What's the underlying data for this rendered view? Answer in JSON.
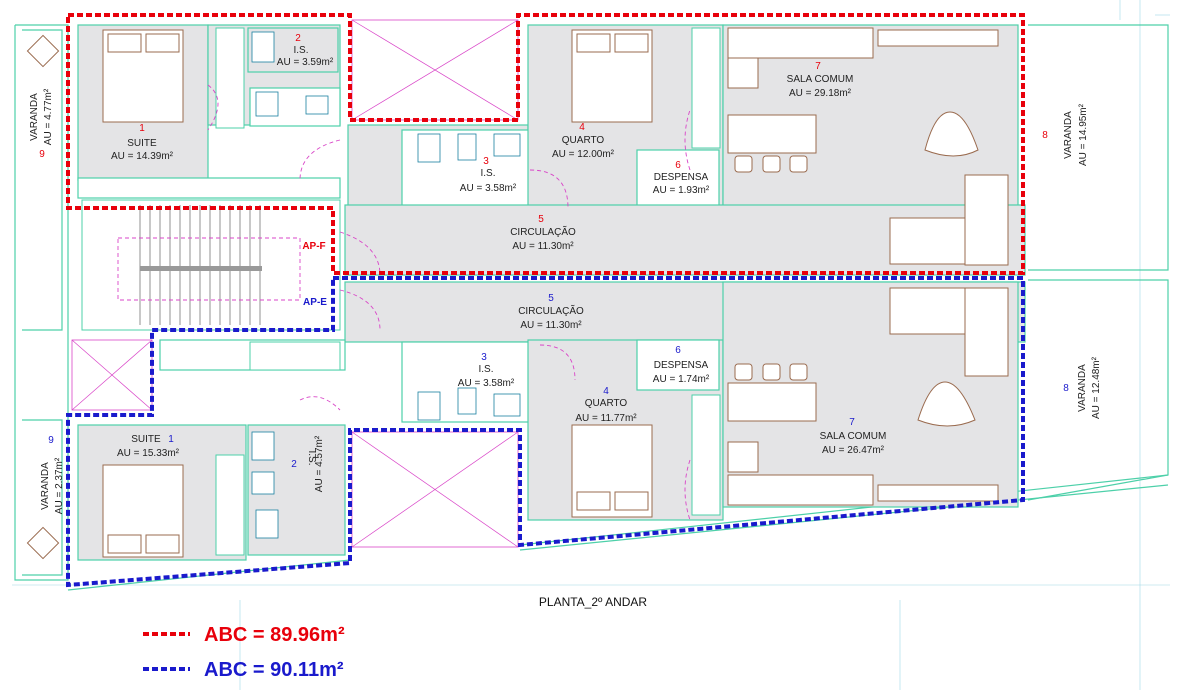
{
  "title": "PLANTA_2º ANDAR",
  "colors": {
    "apt_f": "#e8000b",
    "apt_e": "#1a1acc",
    "wall": "#4dd0a9",
    "furniture": "#9a6b4f",
    "door_swing": "#d946c8"
  },
  "markers": {
    "apt_f": "AP-F",
    "apt_e": "AP-E"
  },
  "apartment_f": {
    "rooms": [
      {
        "id": "suite",
        "number": "1",
        "name": "SUITE",
        "area": "AU = 14.39m²"
      },
      {
        "id": "is2",
        "number": "2",
        "name": "I.S.",
        "area": "AU = 3.59m²"
      },
      {
        "id": "is3",
        "number": "3",
        "name": "I.S.",
        "area": "AU = 3.58m²"
      },
      {
        "id": "quarto",
        "number": "4",
        "name": "QUARTO",
        "area": "AU = 12.00m²"
      },
      {
        "id": "circ",
        "number": "5",
        "name": "CIRCULAÇÃO",
        "area": "AU = 11.30m²"
      },
      {
        "id": "despensa",
        "number": "6",
        "name": "DESPENSA",
        "area": "AU = 1.93m²"
      },
      {
        "id": "sala",
        "number": "7",
        "name": "SALA COMUM",
        "area": "AU = 29.18m²"
      },
      {
        "id": "varanda8",
        "number": "8",
        "name": "VARANDA",
        "area": "AU = 14.95m²"
      },
      {
        "id": "varanda9",
        "number": "9",
        "name": "VARANDA",
        "area": "AU = 4.77m²"
      }
    ]
  },
  "apartment_e": {
    "rooms": [
      {
        "id": "suite",
        "number": "1",
        "name": "SUITE",
        "area": "AU = 15.33m²"
      },
      {
        "id": "is2",
        "number": "2",
        "name": "I.S.",
        "area": "AU = 4.57m²"
      },
      {
        "id": "is3",
        "number": "3",
        "name": "I.S.",
        "area": "AU = 3.58m²"
      },
      {
        "id": "quarto",
        "number": "4",
        "name": "QUARTO",
        "area": "AU = 11.77m²"
      },
      {
        "id": "circ",
        "number": "5",
        "name": "CIRCULAÇÃO",
        "area": "AU = 11.30m²"
      },
      {
        "id": "despensa",
        "number": "6",
        "name": "DESPENSA",
        "area": "AU = 1.74m²"
      },
      {
        "id": "sala",
        "number": "7",
        "name": "SALA COMUM",
        "area": "AU = 26.47m²"
      },
      {
        "id": "varanda8",
        "number": "8",
        "name": "VARANDA",
        "area": "AU = 12.48m²"
      },
      {
        "id": "varanda9",
        "number": "9",
        "name": "VARANDA",
        "area": "AU = 2.37m²"
      }
    ]
  },
  "legend": [
    {
      "label": "ABC = 89.96m²",
      "color": "#e8000b"
    },
    {
      "label": "ABC = 90.11m²",
      "color": "#1a1acc"
    }
  ]
}
